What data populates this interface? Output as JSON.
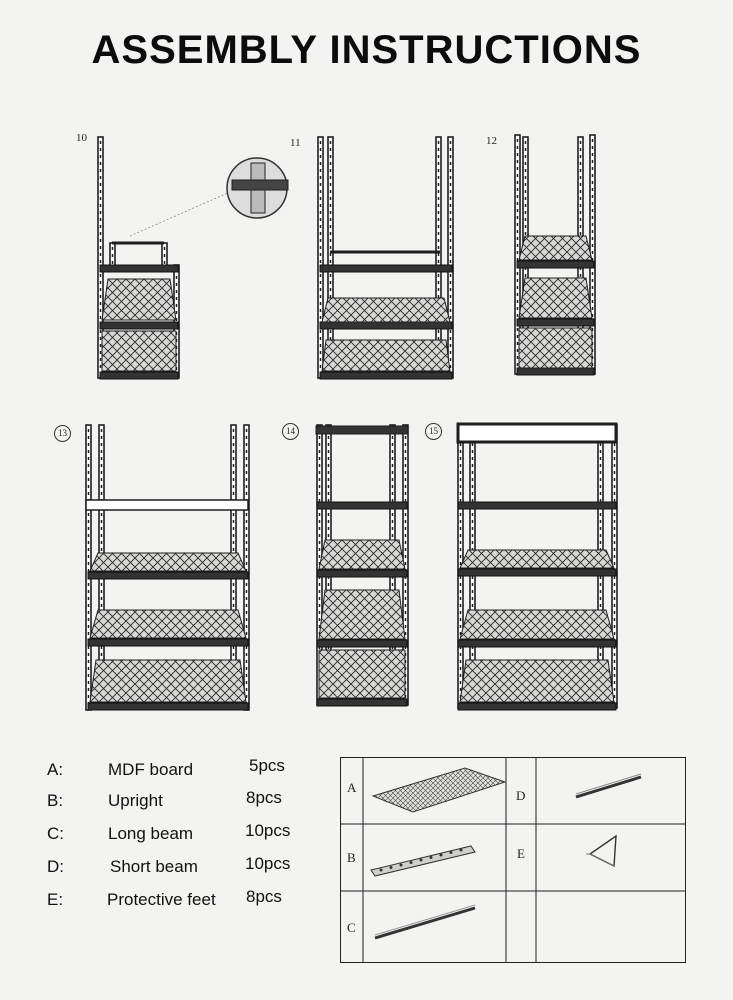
{
  "title": "ASSEMBLY INSTRUCTIONS",
  "steps": [
    {
      "number": "10",
      "circled": false
    },
    {
      "number": "11",
      "circled": false
    },
    {
      "number": "12",
      "circled": false
    },
    {
      "number": "13",
      "circled": true
    },
    {
      "number": "14",
      "circled": true
    },
    {
      "number": "15",
      "circled": true
    }
  ],
  "parts": [
    {
      "letter": "A:",
      "name": "MDF board",
      "qty": "5pcs"
    },
    {
      "letter": "B:",
      "name": "Upright",
      "qty": "8pcs"
    },
    {
      "letter": "C:",
      "name": "Long beam",
      "qty": "10pcs"
    },
    {
      "letter": "D:",
      "name": "Short beam",
      "qty": "10pcs"
    },
    {
      "letter": "E:",
      "name": "Protective feet",
      "qty": "8pcs"
    }
  ],
  "parts_table": {
    "cells": [
      {
        "letter": "A",
        "icon": "mdf-board-icon"
      },
      {
        "letter": "D",
        "icon": "short-beam-icon"
      },
      {
        "letter": "B",
        "icon": "upright-icon"
      },
      {
        "letter": "E",
        "icon": "protective-foot-icon"
      },
      {
        "letter": "C",
        "icon": "long-beam-icon"
      },
      {
        "letter": "",
        "icon": ""
      }
    ]
  }
}
